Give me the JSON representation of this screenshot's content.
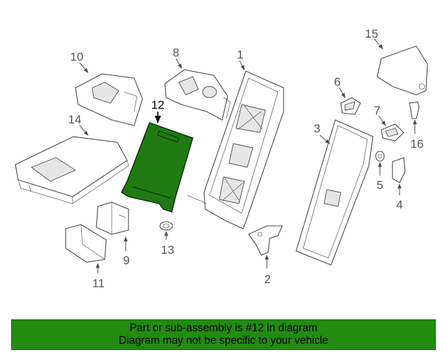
{
  "diagram": {
    "highlight_color": "#228b10",
    "callouts": [
      {
        "id": "c1",
        "label": "1"
      },
      {
        "id": "c2",
        "label": "2"
      },
      {
        "id": "c3",
        "label": "3"
      },
      {
        "id": "c4",
        "label": "4"
      },
      {
        "id": "c5",
        "label": "5"
      },
      {
        "id": "c6",
        "label": "6"
      },
      {
        "id": "c7",
        "label": "7"
      },
      {
        "id": "c8",
        "label": "8"
      },
      {
        "id": "c9",
        "label": "9"
      },
      {
        "id": "c10",
        "label": "10"
      },
      {
        "id": "c11",
        "label": "11"
      },
      {
        "id": "c12",
        "label": "12"
      },
      {
        "id": "c13",
        "label": "13"
      },
      {
        "id": "c14",
        "label": "14"
      },
      {
        "id": "c15",
        "label": "15"
      },
      {
        "id": "c16",
        "label": "16"
      }
    ]
  },
  "banner": {
    "line1": "Part or sub-assembly is #12 in diagram",
    "line2": "Diagram may not be specific to your vehicle"
  }
}
